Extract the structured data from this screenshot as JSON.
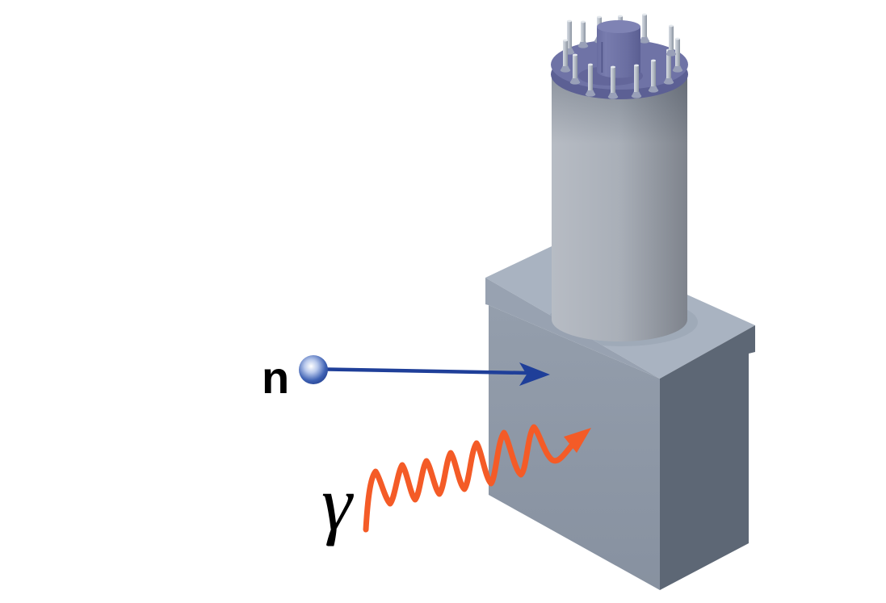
{
  "figure": {
    "kind": "scientific-3d-diagram",
    "description": "Scintillation detector block with photomultiplier tube; incident neutron particle and incident gamma-ray wavy arrow",
    "labels": {
      "neutron": "n",
      "gamma": "γ"
    },
    "components": [
      "detector-box",
      "detector-lid",
      "pmt-cylinder",
      "pmt-base-disc",
      "pmt-center-stub",
      "pmt-pins",
      "neutron-particle",
      "neutron-arrow",
      "gamma-wave-arrow"
    ],
    "colors": {
      "background": "#ffffff",
      "box_front_light": "#949eac",
      "box_front_dark": "#8791a0",
      "box_right": "#5d6775",
      "lid_top": "#a9b3c1",
      "lid_front": "#98a2b1",
      "lid_shadow": "#9aa4b2",
      "cyl_light": "#b7bcc4",
      "cyl_mid": "#a9afb8",
      "cyl_dark": "#7e838c",
      "disc_top": "#6f73a6",
      "disc_rim": "#5c6094",
      "stub_light": "#787cae",
      "stub_mid": "#6a6ea1",
      "stub_dark": "#5a5e92",
      "stub_top": "#7f83b4",
      "stub_seam": "#53578b",
      "pin_light": "#d6dbe2",
      "pin_mid": "#b6bdc7",
      "pin_dark": "#8b93a0",
      "pin_flange": "#99a0b8",
      "pin_cap": "#e4e8ed",
      "neutron_blue": "#1f3f99",
      "sphere_core": "#ffffff",
      "sphere_mid": "#3f62b4",
      "sphere_edge": "#132d7c",
      "gamma_orange": "#f45b27",
      "label_black": "#000000"
    }
  }
}
